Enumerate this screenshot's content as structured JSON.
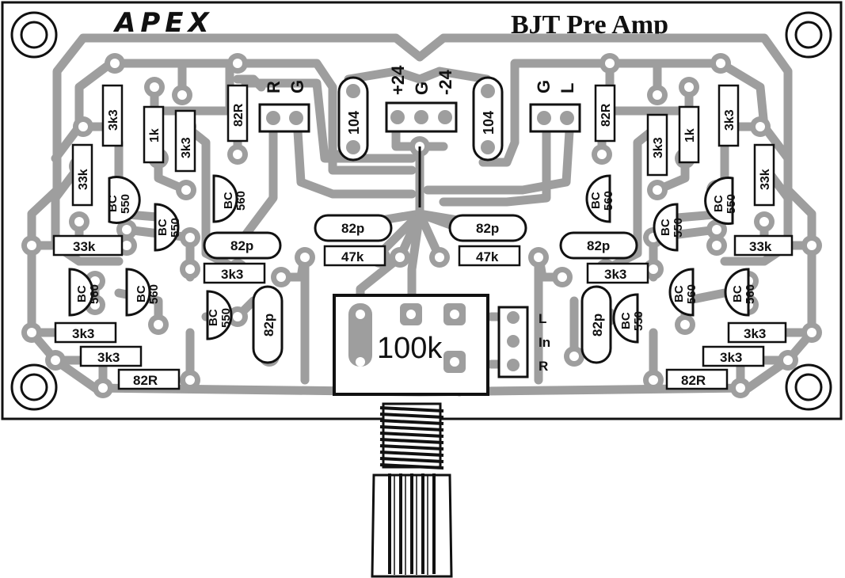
{
  "board": {
    "logo": "APEX",
    "title": "BJT Pre Amp"
  },
  "connectors": {
    "right_in": [
      "R",
      "G"
    ],
    "power": [
      "+24",
      "G",
      "-24"
    ],
    "left_in": [
      "G",
      "L"
    ],
    "pot_out": [
      "L",
      "In",
      "R"
    ]
  },
  "parts": {
    "pot": "100k",
    "cap_104": "104",
    "cap_82p": "82p",
    "r_3k3": "3k3",
    "r_1k": "1k",
    "r_33k": "33k",
    "r_82R": "82R",
    "r_47k": "47k",
    "bc550_a": "BC",
    "bc550_b": "550",
    "bc560_b": "560"
  }
}
